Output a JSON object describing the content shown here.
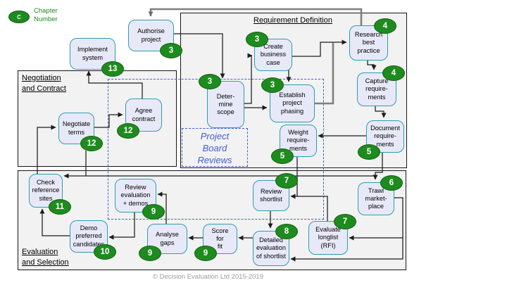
{
  "legend": {
    "symbol": "C",
    "label": "Chapter\nNumber"
  },
  "sections": {
    "requirement_definition": {
      "title": "Requirement Definition"
    },
    "negotiation_contract": {
      "title": "Negotiation\nand Contract"
    },
    "evaluation_selection": {
      "title": "Evaluation\nand Selection"
    }
  },
  "project_board_reviews": {
    "label": "Project\nBoard\nReviews"
  },
  "footer": {
    "copyright": "© Decision Evaluation Ltd 2015-2019"
  },
  "colors": {
    "chapter_green": "#1e8b1e",
    "box_border_teal": "#2f9cb0",
    "box_fill": "#e8e9f8",
    "dashed_blue": "#3f5ed1",
    "gray_connector": "#7f7f7f",
    "container_fill": "#f2f2f2"
  },
  "nodes": [
    {
      "id": "authorise-project",
      "label": "Authorise\nproject",
      "chapter": 3
    },
    {
      "id": "implement-system",
      "label": "Implement\nsystem",
      "chapter": 13
    },
    {
      "id": "create-business-case",
      "label": "Create\nbusiness\ncase",
      "chapter": 3
    },
    {
      "id": "determine-scope",
      "label": "Deter-\nmine\nscope",
      "chapter": 3
    },
    {
      "id": "establish-project-phasing",
      "label": "Establish\nproject\nphasing",
      "chapter": 3
    },
    {
      "id": "research-best-practice",
      "label": "Research\nbest\npractice",
      "chapter": 4
    },
    {
      "id": "capture-requirements",
      "label": "Capture\nrequire-\nments",
      "chapter": 4
    },
    {
      "id": "document-requirements",
      "label": "Document\nrequire-\nments",
      "chapter": 5
    },
    {
      "id": "weight-requirements",
      "label": "Weight\nrequire-\nments",
      "chapter": 5
    },
    {
      "id": "trawl-marketplace",
      "label": "Trawl\nmarket-\nplace",
      "chapter": 6
    },
    {
      "id": "evaluate-longlist",
      "label": "Evaluate\nlonglist\n(RFI)",
      "chapter": 7
    },
    {
      "id": "review-shortlist",
      "label": "Review\nshortlist",
      "chapter": 7
    },
    {
      "id": "detailed-evaluation",
      "label": "Detailed\nevaluation\nof shortlist",
      "chapter": 8
    },
    {
      "id": "score-for-fit",
      "label": "Score\nfor\nfit",
      "chapter": 9
    },
    {
      "id": "analyse-gaps",
      "label": "Analyse\ngaps",
      "chapter": 9
    },
    {
      "id": "review-evaluation-demos",
      "label": "Review\nevaluation\n+ demos",
      "chapter": 9
    },
    {
      "id": "demo-preferred-candidates",
      "label": "Demo\npreferred\ncandidates",
      "chapter": 10
    },
    {
      "id": "check-reference-sites",
      "label": "Check\nreference\nsites",
      "chapter": 11
    },
    {
      "id": "negotiate-terms",
      "label": "Negotiate\nterms",
      "chapter": 12
    },
    {
      "id": "agree-contract",
      "label": "Agree\ncontract",
      "chapter": 12
    }
  ],
  "edges": [
    {
      "from": "research-best-practice",
      "to": "authorise-project",
      "color": "gray"
    },
    {
      "from": "top-rail",
      "to": "establish-project-phasing",
      "color": "gray"
    },
    {
      "from": "authorise-project",
      "to": "determine-scope"
    },
    {
      "from": "determine-scope",
      "to": "create-business-case"
    },
    {
      "from": "determine-scope",
      "to": "establish-project-phasing"
    },
    {
      "from": "create-business-case",
      "to": "establish-project-phasing"
    },
    {
      "from": "create-business-case",
      "to": "research-best-practice"
    },
    {
      "from": "research-best-practice",
      "to": "capture-requirements"
    },
    {
      "from": "capture-requirements",
      "to": "document-requirements"
    },
    {
      "from": "document-requirements",
      "to": "weight-requirements"
    },
    {
      "from": "document-requirements",
      "to": "trawl-marketplace"
    },
    {
      "from": "document-requirements",
      "to": "check-reference-sites"
    },
    {
      "from": "weight-requirements",
      "to": "review-shortlist"
    },
    {
      "from": "evaluate-longlist",
      "to": "review-shortlist"
    },
    {
      "from": "review-shortlist",
      "to": "detailed-evaluation"
    },
    {
      "from": "trawl-marketplace",
      "to": "evaluate-longlist"
    },
    {
      "from": "trawl-marketplace",
      "to": "detailed-evaluation"
    },
    {
      "from": "detailed-evaluation",
      "to": "score-for-fit"
    },
    {
      "from": "score-for-fit",
      "to": "analyse-gaps"
    },
    {
      "from": "analyse-gaps",
      "to": "review-evaluation-demos"
    },
    {
      "from": "review-evaluation-demos",
      "to": "demo-preferred-candidates"
    },
    {
      "from": "demo-preferred-candidates",
      "to": "check-reference-sites"
    },
    {
      "from": "check-reference-sites",
      "to": "negotiate-terms"
    },
    {
      "from": "negotiate-terms",
      "to": "agree-contract"
    },
    {
      "from": "agree-contract",
      "to": "implement-system"
    }
  ]
}
